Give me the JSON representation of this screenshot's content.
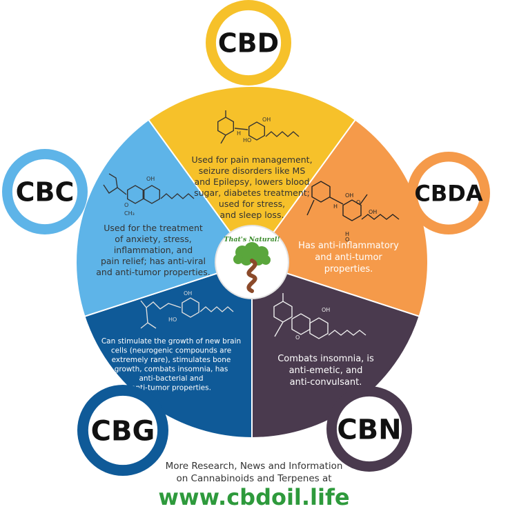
{
  "colors": {
    "cbd": "#f6c12a",
    "cbda": "#f59a4a",
    "cbn": "#4a3a4e",
    "cbg": "#0f5a98",
    "cbc": "#5eb4e8",
    "footer_url": "#2e9a3c"
  },
  "segments": [
    {
      "key": "cbd",
      "label": "CBD",
      "lines": [
        "Used for pain management,",
        "seizure disorders like MS",
        "and Epilepsy, lowers blood",
        "sugar, diabetes treatment;",
        "used for stress,",
        "and sleep loss."
      ]
    },
    {
      "key": "cbda",
      "label": "CBDA",
      "lines": [
        "Has anti-inflammatory",
        "and anti-tumor",
        "properties."
      ]
    },
    {
      "key": "cbn",
      "label": "CBN",
      "lines": [
        "Combats insomnia, is",
        "anti-emetic, and",
        "anti-convulsant."
      ]
    },
    {
      "key": "cbg",
      "label": "CBG",
      "lines": [
        "Can stimulate the growth of new brain",
        "cells (neurogenic compounds are",
        "extremely rare), stimulates bone",
        "growth, combats insomnia, has",
        "anti-bacterial and",
        "anti-tumor properties."
      ]
    },
    {
      "key": "cbc",
      "label": "CBC",
      "lines": [
        "Used for the treatment",
        "of anxiety, stress,",
        "inflammation, and",
        "pain relief; has anti-viral",
        "and anti-tumor properties."
      ]
    }
  ],
  "molecule_labels": {
    "oh": "OH",
    "h": "H",
    "o": "O",
    "ho": "HO",
    "ch3": "CH₃"
  },
  "logo": {
    "text": "That's Natural!"
  },
  "footer": {
    "line1": "More Research, News and Information",
    "line2": "on Cannabinoids and Terpenes at",
    "url": "www.cbdoil.life"
  }
}
